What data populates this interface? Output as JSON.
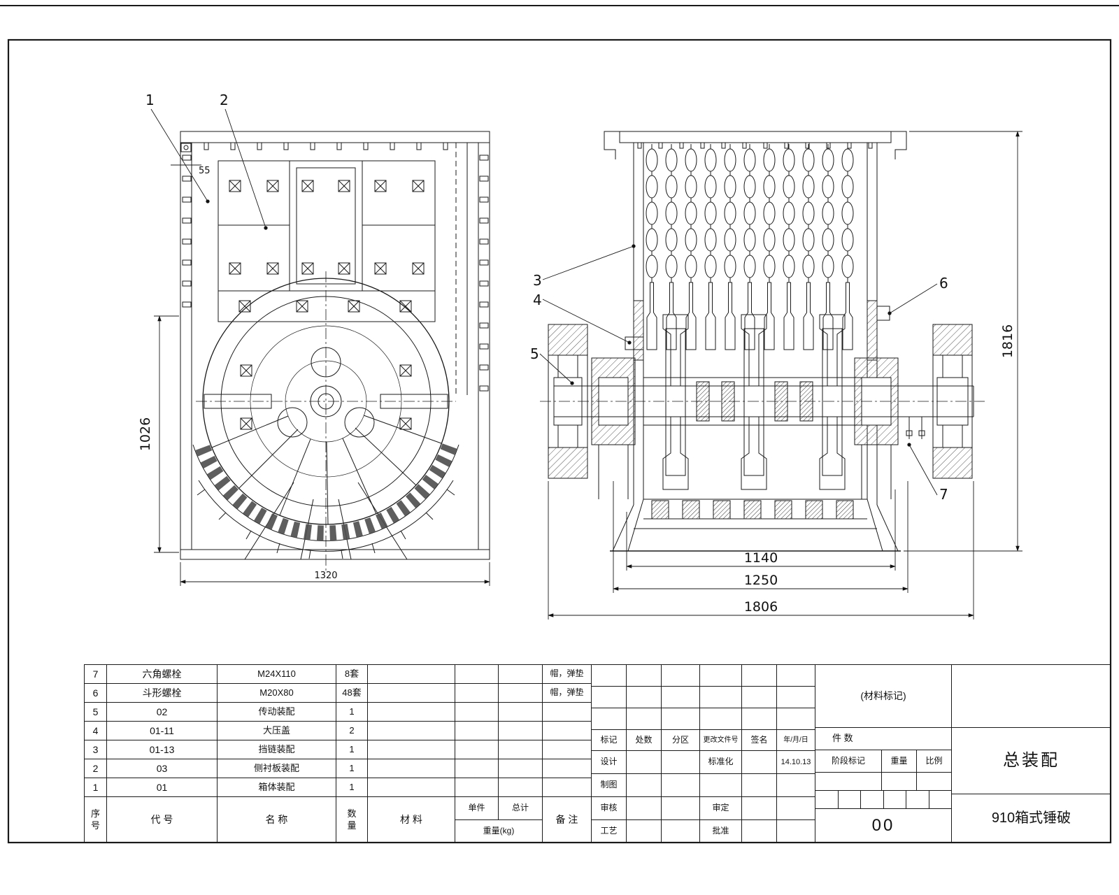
{
  "dimensions": {
    "front_height": "1026",
    "front_top": "55",
    "front_width": "1320",
    "side_inner": "1140",
    "side_mid": "1250",
    "side_outer": "1806",
    "side_height": "1816"
  },
  "callouts": {
    "c1": "1",
    "c2": "2",
    "c3": "3",
    "c4": "4",
    "c5": "5",
    "c6": "6",
    "c7": "7"
  },
  "parts_list": {
    "headers": {
      "seq": "序号",
      "code": "代 号",
      "name": "名 称",
      "qty": "数量",
      "material": "材 料",
      "unit": "单件",
      "total": "总计",
      "weight": "重量(kg)",
      "remark": "备 注"
    },
    "rows": [
      {
        "seq": "7",
        "code": "六角螺栓",
        "name": "M24X110",
        "qty": "8套",
        "material": "",
        "unit": "",
        "total": "",
        "remark": "帽，弹垫"
      },
      {
        "seq": "6",
        "code": "斗形螺栓",
        "name": "M20X80",
        "qty": "48套",
        "material": "",
        "unit": "",
        "total": "",
        "remark": "帽，弹垫"
      },
      {
        "seq": "5",
        "code": "02",
        "name": "传动装配",
        "qty": "1",
        "material": "",
        "unit": "",
        "total": "",
        "remark": ""
      },
      {
        "seq": "4",
        "code": "01-11",
        "name": "大压盖",
        "qty": "2",
        "material": "",
        "unit": "",
        "total": "",
        "remark": ""
      },
      {
        "seq": "3",
        "code": "01-13",
        "name": "挡链装配",
        "qty": "1",
        "material": "",
        "unit": "",
        "total": "",
        "remark": ""
      },
      {
        "seq": "2",
        "code": "03",
        "name": "侧衬板装配",
        "qty": "1",
        "material": "",
        "unit": "",
        "total": "",
        "remark": ""
      },
      {
        "seq": "1",
        "code": "01",
        "name": "箱体装配",
        "qty": "1",
        "material": "",
        "unit": "",
        "total": "",
        "remark": ""
      }
    ]
  },
  "title_block": {
    "material_mark": "(材料标记)",
    "pieces_label": "件 数",
    "stage_mark_label": "阶段标记",
    "weight_label": "重量",
    "scale_label": "比例",
    "assembly_title": "总装配",
    "drawing_title": "910箱式锤破",
    "sheet_mark": "00",
    "rev_headers": {
      "mark": "标记",
      "count": "处数",
      "zone": "分区",
      "doc": "更改文件号",
      "sign": "签名",
      "date": "年/月/日"
    },
    "signs": {
      "design": "设计",
      "draft": "制图",
      "check": "审核",
      "process": "工艺",
      "standard": "标准化",
      "approve_check": "审定",
      "approve": "批准",
      "date": "14.10.13"
    }
  }
}
